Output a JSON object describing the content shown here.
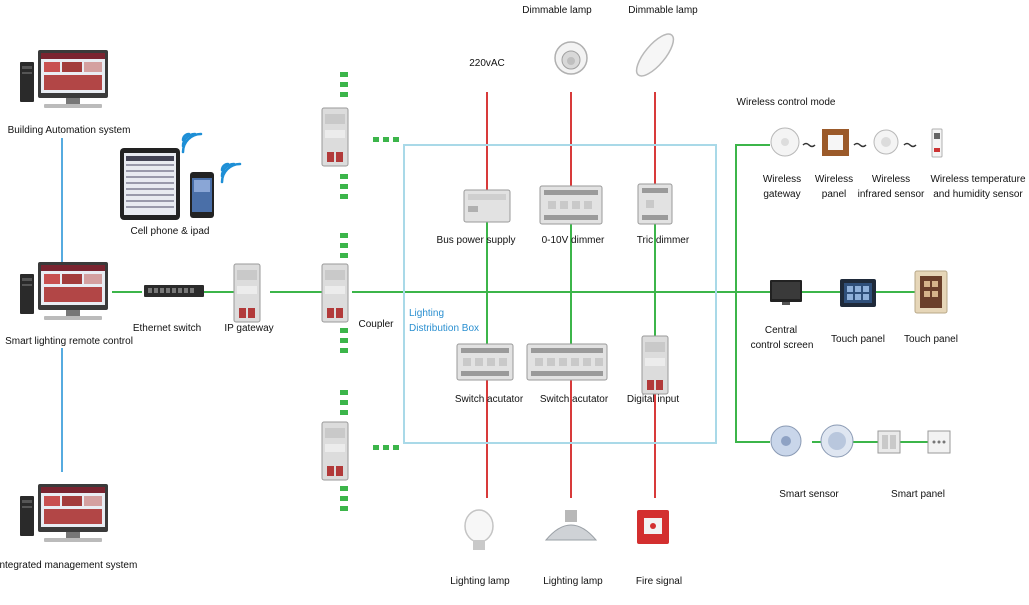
{
  "colors": {
    "bus_green": "#3cb54a",
    "power_red": "#d83a3a",
    "network_blue": "#1e8fd6",
    "box_outline": "#a9d9e8",
    "label_blue": "#2a8fd0"
  },
  "labels": {
    "bas": "Building Automation system",
    "phone": "Cell phone & ipad",
    "remote": "Smart lighting remote control",
    "ims": "Integrated management system",
    "switch": "Ethernet switch",
    "gateway": "IP gateway",
    "coupler": "Coupler",
    "box_line1": "Lighting",
    "box_line2": "Distribution Box",
    "v220": "220vAC",
    "dim1": "Dimmable lamp",
    "dim2": "Dimmable lamp",
    "bus_power": "Bus power supply",
    "dimmer010": "0-10V dimmer",
    "triac": "Tric dimmer",
    "sw1": "Switch acutator",
    "sw2": "Switch acutator",
    "digital": "Digital input",
    "lamp1": "Lighting lamp",
    "lamp2": "Lighting lamp",
    "fire": "Fire signal",
    "wireless_mode": "Wireless control mode",
    "w_gateway_1": "Wireless",
    "w_gateway_2": "gateway",
    "w_panel_1": "Wireless",
    "w_panel_2": "panel",
    "w_ir_1": "Wireless",
    "w_ir_2": "infrared sensor",
    "w_temp_1": "Wireless temperature",
    "w_temp_2": "and humidity sensor",
    "central_1": "Central",
    "central_2": "control screen",
    "touch1": "Touch panel",
    "touch2": "Touch panel",
    "smart_sensor": "Smart sensor",
    "smart_panel": "Smart panel"
  }
}
